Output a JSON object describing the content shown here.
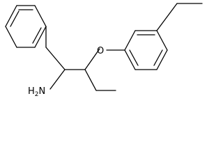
{
  "molecule": {
    "atom_labels": {
      "oxygen": "O",
      "amine_main": "H",
      "amine_sub": "2",
      "amine_n": "N"
    },
    "colors": {
      "bond": "#000000",
      "label": "#000000",
      "background": "#ffffff"
    }
  }
}
